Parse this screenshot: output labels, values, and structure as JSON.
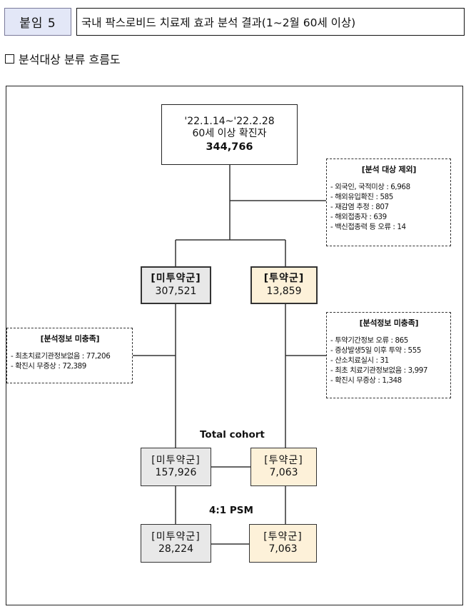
{
  "header": {
    "label": "붙임 5",
    "title": "국내 팍스로비드 치료제 효과 분석 결과(1~2월 60세 이상)"
  },
  "section": {
    "title": "분석대상 분류 흐름도"
  },
  "flow": {
    "source": {
      "period": "'22.1.14~'22.2.28",
      "desc": "60세 이상 확진자",
      "count": "344,766"
    },
    "exclusion": {
      "title": "[분석 대상 제외]",
      "items": [
        "- 외국인, 국적미상 : 6,968",
        "- 해외유입확진 : 585",
        "- 재감염 추정 : 807",
        "- 해외접종자 : 639",
        "- 백신접종력 등 오류 : 14"
      ]
    },
    "untreated_1": {
      "label": "[미투약군]",
      "count": "307,521"
    },
    "treated_1": {
      "label": "[투약군]",
      "count": "13,859"
    },
    "missing_untreated": {
      "title": "[분석정보 미충족]",
      "items": [
        "- 최초치료기관정보없음 : 77,206",
        "- 확진시 무증상 : 72,389"
      ]
    },
    "missing_treated": {
      "title": "[분석정보 미충족]",
      "items": [
        "- 투약기간정보 오류 : 865",
        "- 증상발생5일 이후 투약 : 555",
        "- 산소치료실시 : 31",
        "- 최초 치료기관정보없음 : 3,997",
        "- 확진시 무증상 : 1,348"
      ]
    },
    "total_cohort_label": "Total cohort",
    "untreated_2": {
      "label": "[미투약군]",
      "count": "157,926"
    },
    "treated_2": {
      "label": "[투약군]",
      "count": "7,063"
    },
    "psm_label": "4:1 PSM",
    "untreated_3": {
      "label": "[미투약군]",
      "count": "28,224"
    },
    "treated_3": {
      "label": "[투약군]",
      "count": "7,063"
    }
  }
}
